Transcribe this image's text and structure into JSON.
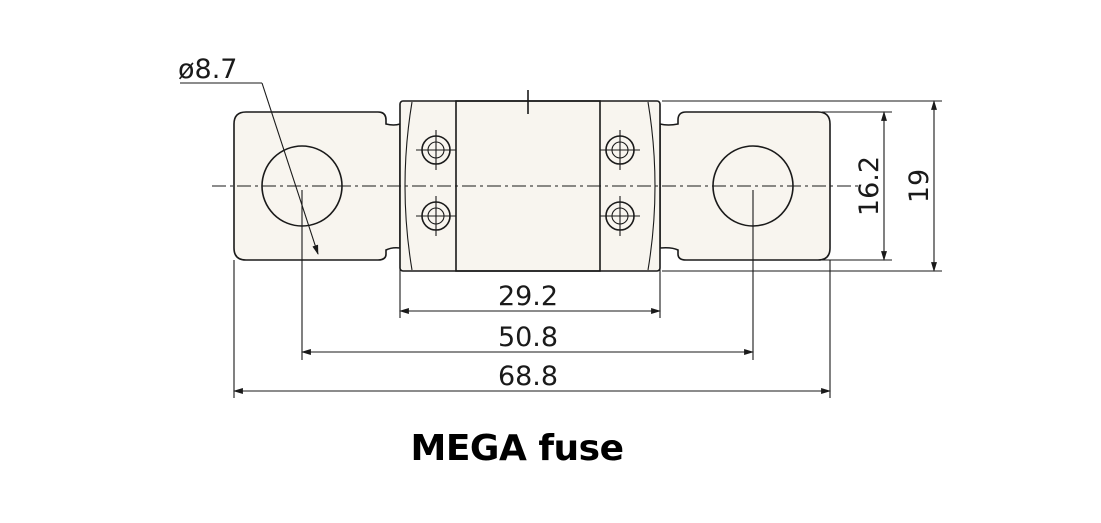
{
  "diagram": {
    "dimensions": {
      "hole_diameter": "ø8.7",
      "inner_width": "29.2",
      "hole_spacing": "50.8",
      "overall_length": "68.8",
      "terminal_height": "16.2",
      "body_height": "19"
    },
    "caption": "MEGA fuse"
  }
}
